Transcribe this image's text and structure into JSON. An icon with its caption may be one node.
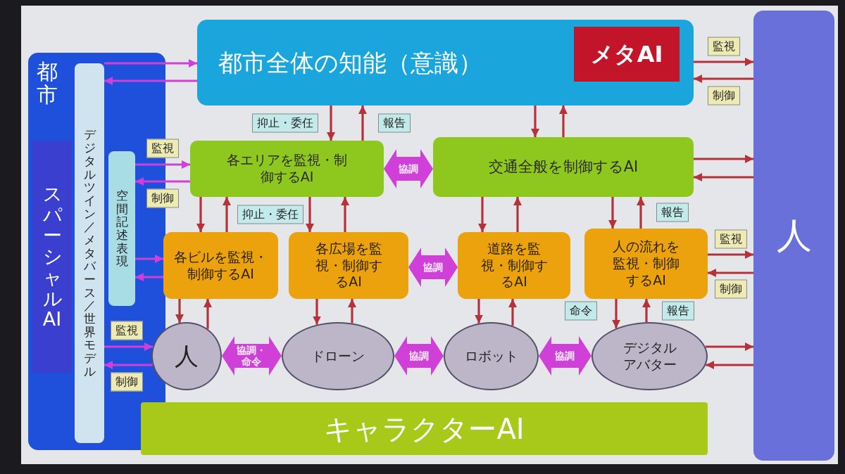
{
  "diagram": {
    "nodes": [
      {
        "text": [
          "都市"
        ]
      },
      {
        "text": [
          "スパーシャルAI"
        ],
        "in": 0
      },
      {
        "text": [
          "デジタルツイン／メタバース／世界モデル"
        ],
        "in": 0
      },
      {
        "text": [
          "空間記述表現"
        ],
        "in": 0
      },
      {
        "text": [
          "人"
        ]
      },
      {
        "text": [
          "都市全体の知能（意識）"
        ]
      },
      {
        "text": [
          "メタAI"
        ],
        "in": 5
      },
      {
        "text": [
          "各エリアを監視・制御するAI"
        ]
      },
      {
        "text": [
          "交通全般を制御するAI"
        ]
      },
      {
        "text": [
          "各ビルを監視・制御するAI"
        ]
      },
      {
        "text": [
          "各広場を監視・制御するAI"
        ]
      },
      {
        "text": [
          "道路を監視・制御するAI"
        ]
      },
      {
        "text": [
          "人の流れを監視・制御するAI"
        ]
      },
      {
        "text": [
          "人"
        ]
      },
      {
        "text": [
          "ドローン"
        ]
      },
      {
        "text": [
          "ロボット"
        ]
      },
      {
        "text": [
          "デジタルアバター"
        ]
      },
      {
        "text": [
          "キャラクターAI"
        ]
      }
    ],
    "edges": [
      {
        "from": 2,
        "to": 5,
        "arrow": "to",
        "color": "#d040d8"
      },
      {
        "from": 5,
        "to": 2,
        "arrow": "to",
        "color": "#d040d8"
      },
      {
        "from": 5,
        "to": 4,
        "arrow": "to",
        "label": "監視"
      },
      {
        "from": 4,
        "to": 5,
        "arrow": "to",
        "label": "制御"
      },
      {
        "from": 3,
        "to": 7,
        "arrow": "to",
        "label": "監視",
        "color": "#d040d8"
      },
      {
        "from": 7,
        "to": 3,
        "arrow": "to",
        "label": "制御",
        "color": "#d040d8"
      },
      {
        "from": 5,
        "to": 7,
        "arrow": "to",
        "label": "抑止・委任"
      },
      {
        "from": 7,
        "to": 5,
        "arrow": "to",
        "label": "報告"
      },
      {
        "from": 5,
        "to": 8,
        "arrow": "to"
      },
      {
        "from": 8,
        "to": 5,
        "arrow": "to"
      },
      {
        "from": 7,
        "to": 8,
        "arrow": "both",
        "label": "協調",
        "style": "thick",
        "color": "#d040d8"
      },
      {
        "from": 8,
        "to": 4,
        "arrow": "to"
      },
      {
        "from": 4,
        "to": 8,
        "arrow": "to"
      },
      {
        "from": 7,
        "to": 9,
        "arrow": "to"
      },
      {
        "from": 9,
        "to": 7,
        "arrow": "to"
      },
      {
        "from": 7,
        "to": 10,
        "arrow": "to",
        "label": "抑止・委任"
      },
      {
        "from": 10,
        "to": 7,
        "arrow": "to"
      },
      {
        "from": 8,
        "to": 11,
        "arrow": "to"
      },
      {
        "from": 11,
        "to": 8,
        "arrow": "to"
      },
      {
        "from": 8,
        "to": 12,
        "arrow": "to"
      },
      {
        "from": 12,
        "to": 8,
        "arrow": "to",
        "label": "報告"
      },
      {
        "from": 3,
        "to": 9,
        "arrow": "to",
        "color": "#d040d8"
      },
      {
        "from": 9,
        "to": 3,
        "arrow": "to",
        "color": "#d040d8"
      },
      {
        "from": 10,
        "to": 11,
        "arrow": "both",
        "label": "協調",
        "style": "thick",
        "color": "#d040d8"
      },
      {
        "from": 12,
        "to": 4,
        "arrow": "to",
        "label": "監視"
      },
      {
        "from": 4,
        "to": 12,
        "arrow": "to",
        "label": "制御"
      },
      {
        "from": 9,
        "to": 13,
        "arrow": "to"
      },
      {
        "from": 13,
        "to": 9,
        "arrow": "to"
      },
      {
        "from": 10,
        "to": 14,
        "arrow": "to"
      },
      {
        "from": 14,
        "to": 10,
        "arrow": "to"
      },
      {
        "from": 11,
        "to": 15,
        "arrow": "to"
      },
      {
        "from": 15,
        "to": 11,
        "arrow": "to"
      },
      {
        "from": 12,
        "to": 16,
        "arrow": "to",
        "label": "命令"
      },
      {
        "from": 16,
        "to": 12,
        "arrow": "to",
        "label": "報告"
      },
      {
        "from": 2,
        "to": 13,
        "arrow": "to",
        "label": "監視",
        "color": "#d040d8"
      },
      {
        "from": 13,
        "to": 2,
        "arrow": "to",
        "label": "制御",
        "color": "#d040d8"
      },
      {
        "from": 13,
        "to": 14,
        "arrow": "both",
        "label": "協調・命令",
        "style": "thick",
        "color": "#d040d8"
      },
      {
        "from": 14,
        "to": 15,
        "arrow": "both",
        "label": "協調",
        "style": "thick",
        "color": "#d040d8"
      },
      {
        "from": 15,
        "to": 16,
        "arrow": "both",
        "label": "協調",
        "style": "thick",
        "color": "#d040d8"
      },
      {
        "from": 16,
        "to": 4,
        "arrow": "to"
      },
      {
        "from": 4,
        "to": 16,
        "arrow": "to"
      }
    ]
  }
}
